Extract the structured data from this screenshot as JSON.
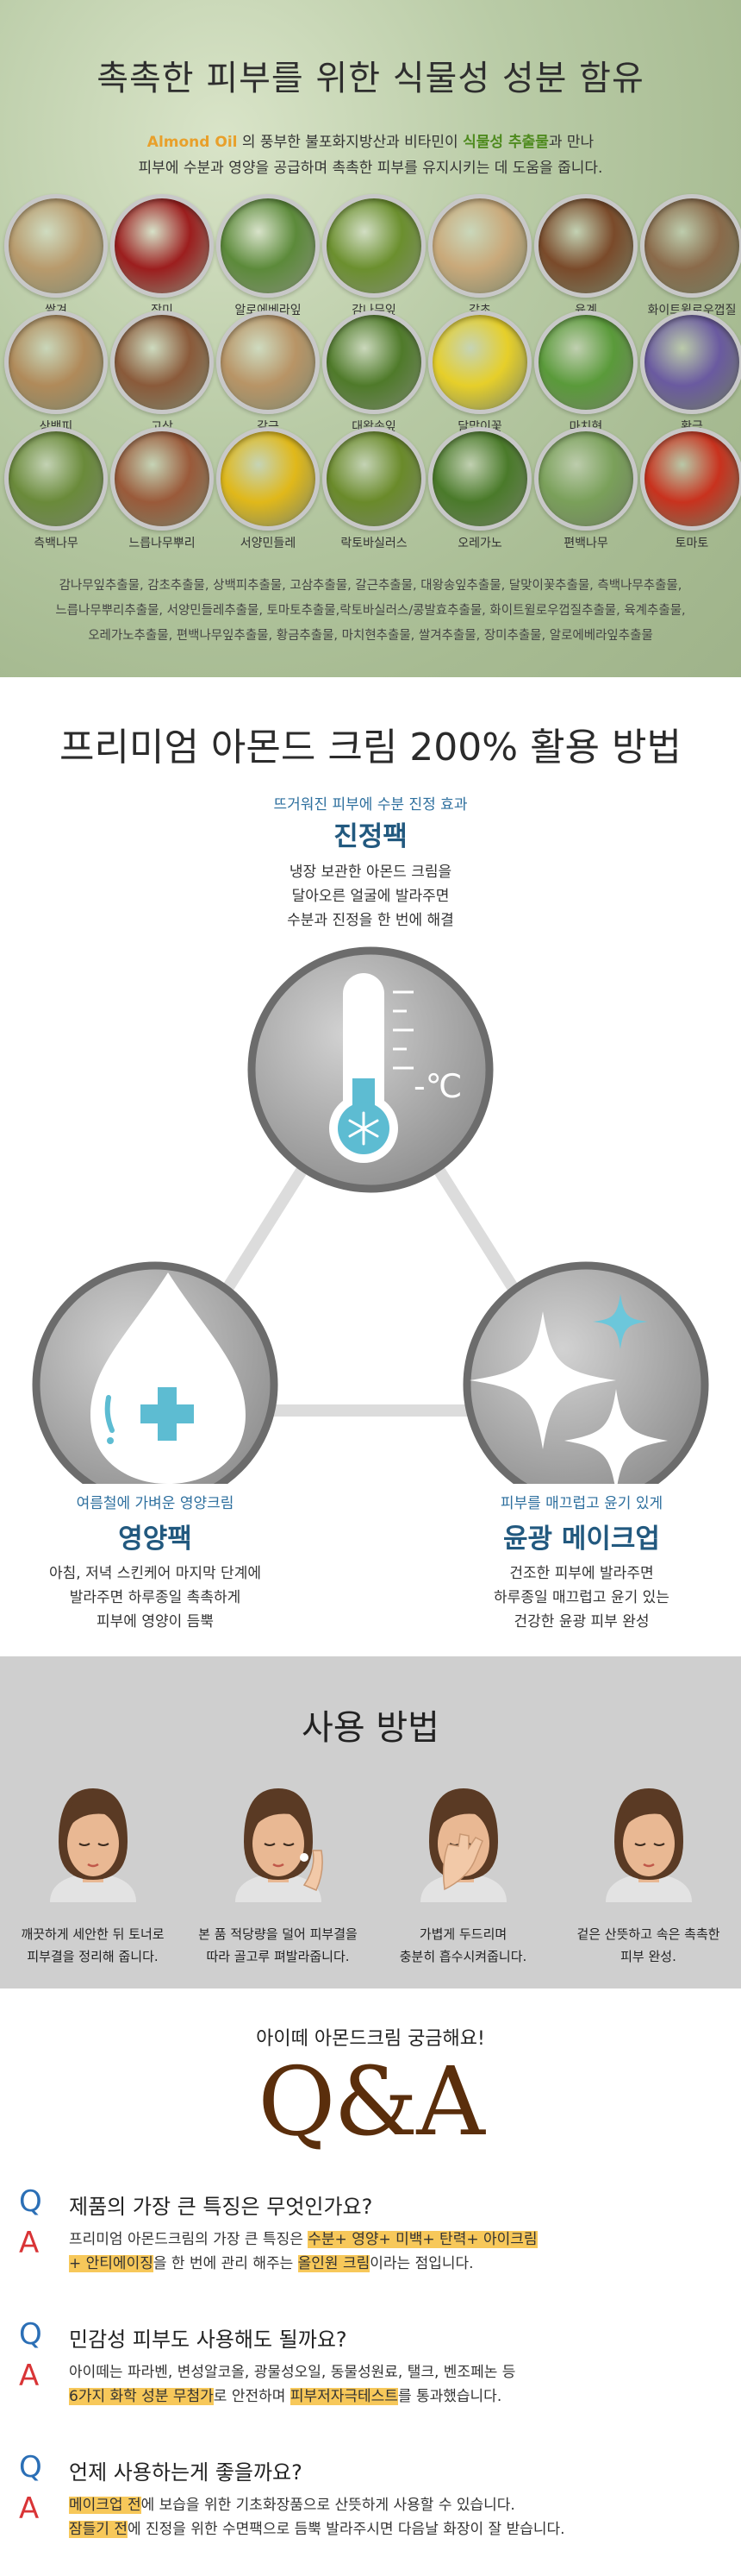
{
  "ingredients": {
    "title": "촉촉한 피부를 위한 식물성 성분 함유",
    "desc_almond": "Almond Oil",
    "desc_p1": " 의 풍부한 불포화지방산과 비타민이 ",
    "desc_green": "식물성 추출물",
    "desc_p2": "과 만나",
    "desc_line2": "피부에 수분과 영양을 공급하며 촉촉한 피부를 유지시키는  데 도움을 줍니다.",
    "items": [
      {
        "label": "쌀겨",
        "color": "#b89a6c"
      },
      {
        "label": "장미",
        "color": "#9c1e1e"
      },
      {
        "label": "알로에베라잎",
        "color": "#5c8a3a"
      },
      {
        "label": "감나무잎",
        "color": "#6b8f2e"
      },
      {
        "label": "감초",
        "color": "#c9a97a"
      },
      {
        "label": "육계",
        "color": "#7a4a2a"
      },
      {
        "label": "화이트윌로우껍질",
        "color": "#8a6a4a"
      },
      {
        "label": "상백피",
        "color": "#b08a5a"
      },
      {
        "label": "고삼",
        "color": "#8a5a3a"
      },
      {
        "label": "갈근",
        "color": "#b89466"
      },
      {
        "label": "대왕송잎",
        "color": "#4f7a2a"
      },
      {
        "label": "달맞이꽃",
        "color": "#e6cf2a"
      },
      {
        "label": "마치현",
        "color": "#5a9a3a"
      },
      {
        "label": "황금",
        "color": "#6a5aa0"
      },
      {
        "label": "측백나무",
        "color": "#6a8a3a"
      },
      {
        "label": "느릅나무뿌리",
        "color": "#9a5a3a"
      },
      {
        "label": "서양민들레",
        "color": "#e0b81a"
      },
      {
        "label": "락토바실러스",
        "color": "#6a8a2a"
      },
      {
        "label": "오레가노",
        "color": "#4a7a2a"
      },
      {
        "label": "편백나무",
        "color": "#7aa05a"
      },
      {
        "label": "토마토",
        "color": "#c8321e"
      }
    ],
    "list_lines": [
      "감나무잎추출물, 감초추출물, 상백피추출물, 고삼추출물, 갈근추출물, 대왕송잎추출물, 달맞이꽃추출물, 측백나무추출물,",
      "느릅나무뿌리추출물, 서양민들레추출물, 토마토추출물,락토바실러스/콩발효추출물, 화이트윌로우껍질추출물, 육계추출물,",
      "오레가노추출물, 편백나무잎추출물, 황금추출물, 마치현추출물, 쌀겨추출물, 장미추출물, 알로에베라잎추출물"
    ]
  },
  "uses": {
    "title": "프리미엄 아몬드 크림 200% 활용 방법",
    "temp_label": "-℃",
    "cards": [
      {
        "sub": "뜨거워진 피부에 수분 진정 효과",
        "main": "진정팩",
        "lines": [
          "냉장 보관한 아몬드 크림을",
          "달아오른 얼굴에 발라주면",
          "수분과 진정을 한 번에 해결"
        ]
      },
      {
        "sub": "여름철에 가벼운 영양크림",
        "main": "영양팩",
        "lines": [
          "아침, 저녁 스킨케어 마지막 단계에",
          "발라주면 하루종일 촉촉하게",
          "피부에 영양이 듬뿍"
        ]
      },
      {
        "sub": "피부를 매끄럽고 윤기 있게",
        "main": "윤광 메이크업",
        "lines": [
          "건조한 피부에 발라주면",
          "하루종일 매끄럽고 윤기 있는",
          "건강한 윤광 피부 완성"
        ]
      }
    ]
  },
  "howto": {
    "title": "사용 방법",
    "steps": [
      {
        "l1": "깨끗하게 세안한 뒤 토너로",
        "l2": "피부결을 정리해 줍니다."
      },
      {
        "l1": "본 품 적당량을 덜어 피부결을",
        "l2": "따라 골고루 펴발라줍니다."
      },
      {
        "l1": "가볍게 두드리며",
        "l2": "충분히 흡수시켜줍니다."
      },
      {
        "l1": "겉은 산뜻하고 속은 촉촉한",
        "l2": "피부 완성."
      }
    ]
  },
  "qa": {
    "header": "아이떼 아몬드크림 궁금해요!",
    "big": "Q&A",
    "q_mark": "Q",
    "a_mark": "A",
    "q1": "제품의 가장 큰 특징은 무엇인가요?",
    "a1_p1": "프리미엄 아몬드크림의 가장 큰 특징은 ",
    "a1_h1": "수분+ 영양+ 미백+ 탄력+ 아이크림",
    "a1_h2": "+ 안티에이징",
    "a1_p2": "을 한 번에 관리 해주는 ",
    "a1_h3": "올인원 크림",
    "a1_p3": "이라는 점입니다.",
    "q2": "민감성 피부도 사용해도 될까요?",
    "a2_p1": "아이떼는 파라벤, 변성알코올, 광물성오일, 동물성원료, 탤크, 벤조페논 등",
    "a2_h1": "6가지 화학 성분 무첨가",
    "a2_p2": "로 안전하며 ",
    "a2_h2": "피부저자극테스트",
    "a2_p3": "를 통과했습니다.",
    "q3": "언제 사용하는게 좋을까요?",
    "a3_h1": "메이크업 전",
    "a3_p1": "에 보습을 위한 기초화장품으로 산뜻하게 사용할 수 있습니다.",
    "a3_h2": "잠들기 전",
    "a3_p2": "에 진정을 위한 수면팩으로 듬뿍 발라주시면 다음날 화장이 잘 받습니다."
  }
}
